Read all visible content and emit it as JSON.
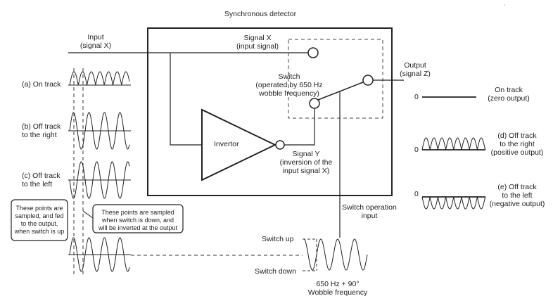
{
  "title": "Synchronous detector",
  "input_label": "Input\n(signal X)",
  "signal_x_label": "Signal X\n(input signal)",
  "switch_label": "Switch\n(operated by 650 Hz\nwobble frequency)",
  "output_label": "Output\n(signal Z)",
  "invertor_label": "Invertor",
  "signal_y_label": "Signal Y\n(inversion of the\ninput signal X)",
  "switch_operation_label": "Switch operation\ninput",
  "left_rows": {
    "on_track": "(a) On track",
    "off_right": "(b) Off track\nto the right",
    "off_left": "(c) Off track\nto the left"
  },
  "callouts": {
    "sampled_up": "These points are\nsampled, and fed\nto the output,\nwhen switch is up",
    "sampled_down": "These points are sampled\nwhen switch is down, and\nwill be inverted at the output"
  },
  "right_outputs": {
    "zero_mark_1": "0",
    "zero_mark_2": "0",
    "zero_mark_3": "0",
    "on_track": "On track\n(zero output)",
    "off_right": "(d) Off track\nto the right\n(positive output)",
    "off_left": "(e) Off track\nto the left\n(negative output)"
  },
  "wobble": {
    "switch_up": "Switch up",
    "switch_down": "Switch down",
    "caption": "650 Hz + 90°\nWobble frequency"
  },
  "corner_mark": "s"
}
